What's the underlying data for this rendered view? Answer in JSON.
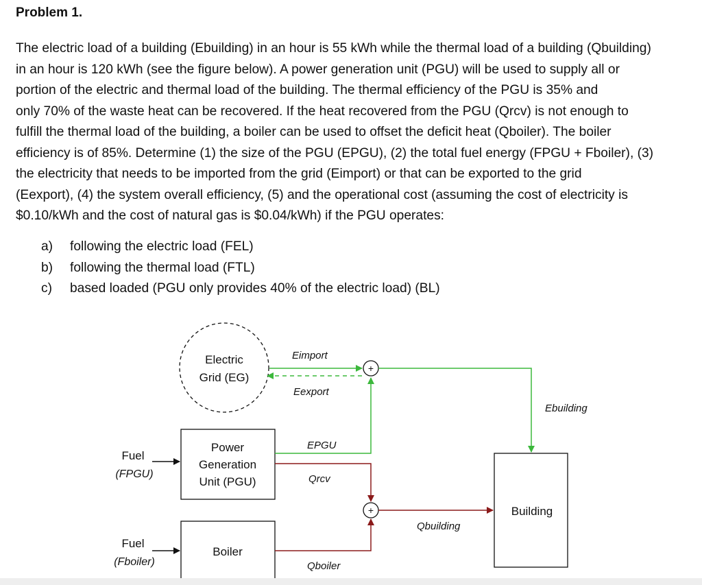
{
  "problem": {
    "title": "Problem 1.",
    "paragraph": "The electric load of a building (Ebuilding) in an hour is 55 kWh while the thermal load of a building (Qbuilding)\nin an hour is 120 kWh (see the figure below). A power generation unit (PGU) will be used to supply all or\nportion of the electric and thermal load of the building. The thermal efficiency of the PGU is 35% and\nonly 70% of the waste heat can be recovered. If the heat recovered from the PGU (Qrcv) is not enough to\nfulfill the thermal load of the building, a boiler can be used to offset the deficit heat (Qboiler). The boiler\nefficiency is of 85%. Determine (1) the size of the PGU (EPGU), (2) the total fuel energy (FPGU + Fboiler), (3)\nthe electricity that needs to be imported from the grid (Eimport) or that can be exported to the grid\n(Eexport), (4) the system overall efficiency, (5) and the operational cost (assuming the cost of electricity is\n$0.10/kWh and the cost of natural gas is $0.04/kWh) if the PGU operates:",
    "items": [
      {
        "marker": "a)",
        "text": "following the electric load (FEL)"
      },
      {
        "marker": "b)",
        "text": "following the thermal load (FTL)"
      },
      {
        "marker": "c)",
        "text": "based loaded (PGU only provides 40% of the electric load) (BL)"
      }
    ]
  },
  "diagram": {
    "grid_line1": "Electric",
    "grid_line2": "Grid (EG)",
    "pgu_line1": "Power",
    "pgu_line2": "Generation",
    "pgu_line3": "Unit (PGU)",
    "boiler": "Boiler",
    "building": "Building",
    "fuel_pgu_line1": "Fuel",
    "fuel_pgu_line2": "(FPGU)",
    "fuel_boiler_line1": "Fuel",
    "fuel_boiler_line2": "(Fboiler)",
    "e_import": "Eimport",
    "e_export": "Eexport",
    "e_pgu": "EPGU",
    "q_rcv": "Qrcv",
    "q_boiler": "Qboiler",
    "q_building": "Qbuilding",
    "e_building": "Ebuilding",
    "sum_symbol": "+",
    "colors": {
      "electric": "#3cb83c",
      "thermal": "#8b1a1a",
      "line": "#111111"
    }
  }
}
